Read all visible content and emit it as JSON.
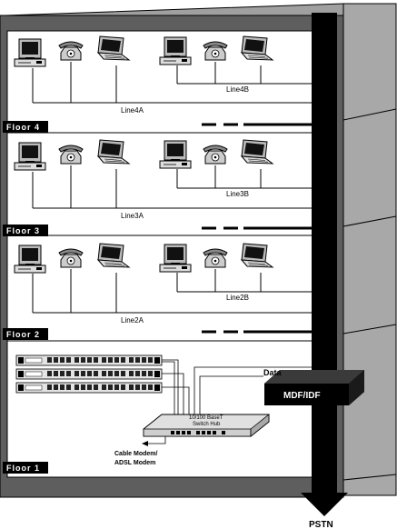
{
  "floors": [
    {
      "label": "Floor 4",
      "line_a": "Line4A",
      "line_b": "Line4B"
    },
    {
      "label": "Floor 3",
      "line_a": "Line3A",
      "line_b": "Line3B"
    },
    {
      "label": "Floor 2",
      "line_a": "Line2A",
      "line_b": "Line2B"
    },
    {
      "label": "Floor 1"
    }
  ],
  "labels": {
    "data": "Data",
    "mdf_idf": "MDF/IDF",
    "switch_hub_line1": "10/100 BaseT",
    "switch_hub_line2": "Switch Hub",
    "modem_line1": "Cable Modem/",
    "modem_line2": "ADSL Modem",
    "pstn": "PSTN"
  },
  "device_icons": [
    "computer-icon",
    "telephone-icon",
    "laptop-icon"
  ],
  "colors": {
    "building_wall": "#6a6a6a",
    "building_top": "#9a9a9a",
    "riser": "#000000",
    "floor_tag": "#000000"
  }
}
